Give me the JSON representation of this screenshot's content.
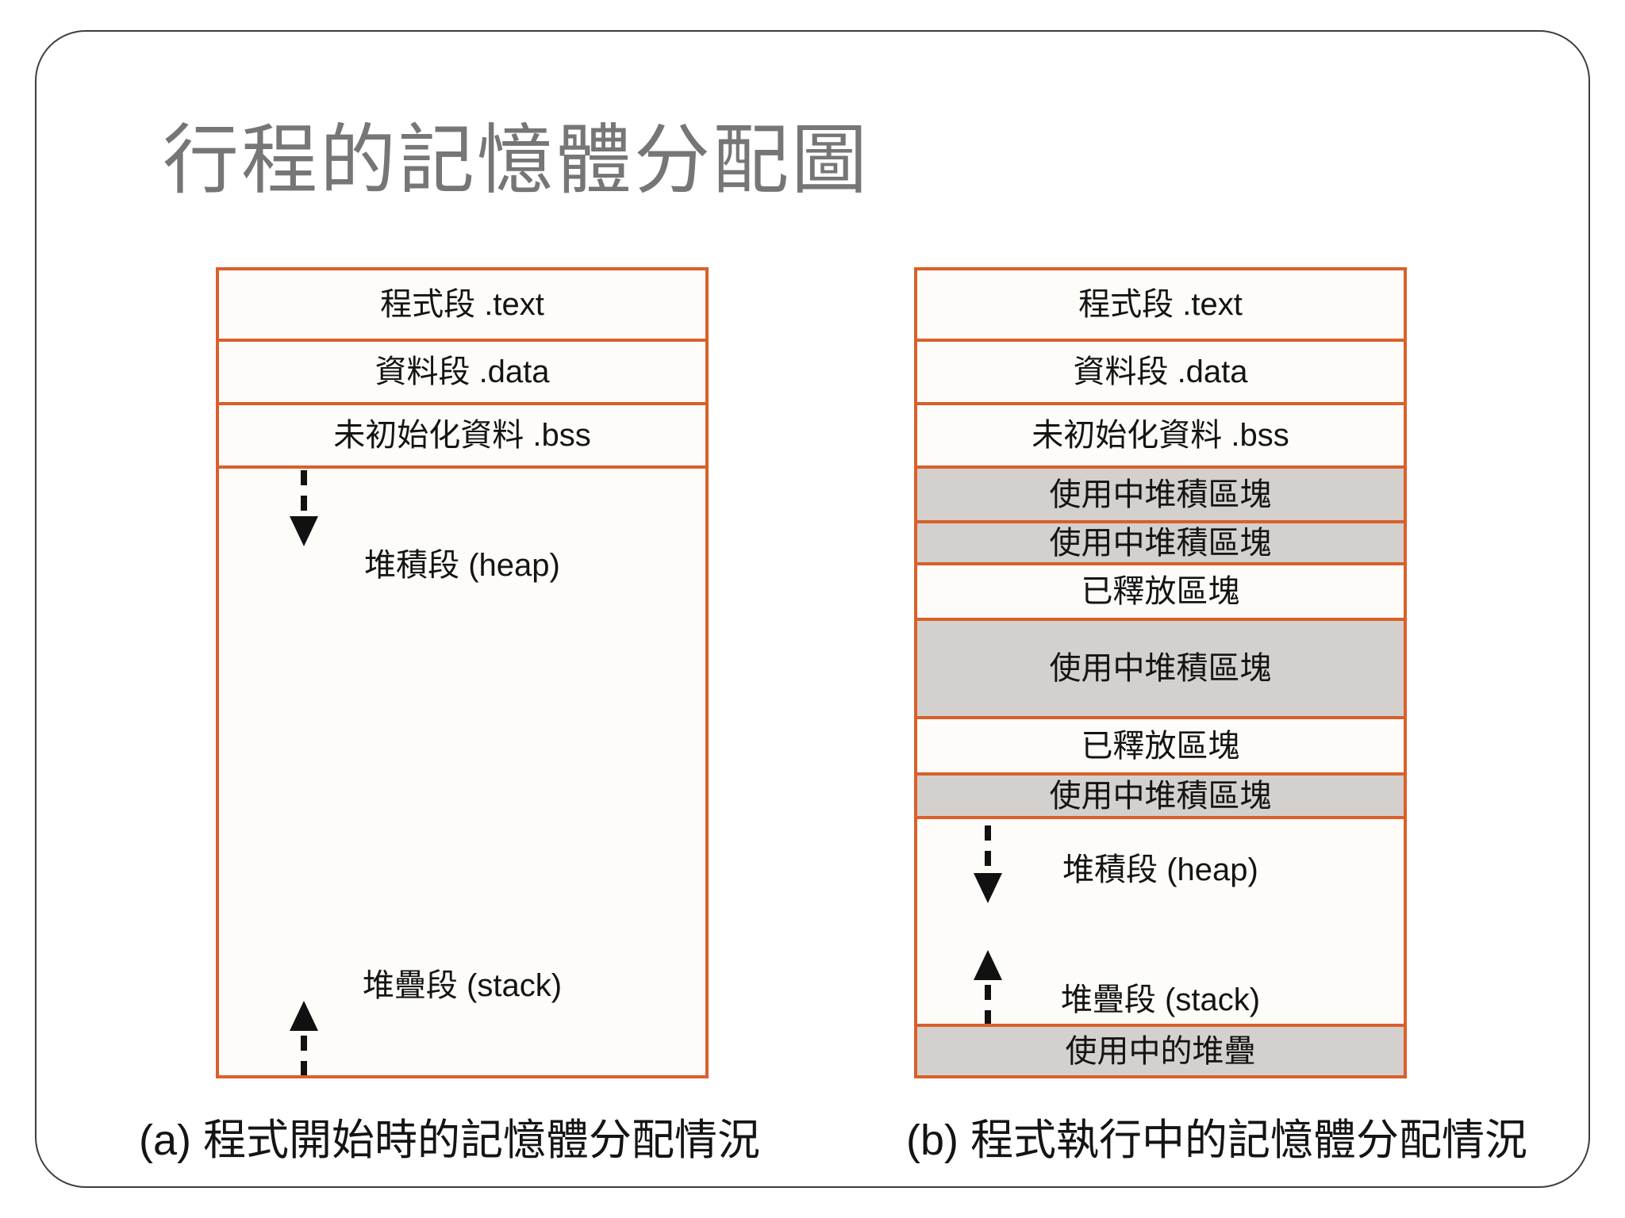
{
  "slide_title": "行程的記憶體分配圖",
  "colors": {
    "box_border_orange": "#d9602b",
    "used_block_gray": "#d3d0ce",
    "box_fill_white": "#fdfcf9",
    "title_gray": "#767676",
    "text_black": "#141414",
    "slide_frame_gray": "#3d3d3d"
  },
  "diagram_a": {
    "segments": [
      "程式段 .text",
      "資料段 .data",
      "未初始化資料 .bss"
    ],
    "heap_label": "堆積段 (heap)",
    "stack_label": "堆疊段 (stack)",
    "caption": "(a) 程式開始時的記憶體分配情況"
  },
  "diagram_b": {
    "segments": [
      "程式段 .text",
      "資料段 .data",
      "未初始化資料 .bss"
    ],
    "heap_blocks": [
      "使用中堆積區塊",
      "使用中堆積區塊",
      "已釋放區塊",
      "使用中堆積區塊",
      "已釋放區塊",
      "使用中堆積區塊"
    ],
    "heap_label": "堆積段 (heap)",
    "stack_label": "堆疊段 (stack)",
    "stack_in_use_label": "使用中的堆疊",
    "caption": "(b) 程式執行中的記憶體分配情況"
  }
}
